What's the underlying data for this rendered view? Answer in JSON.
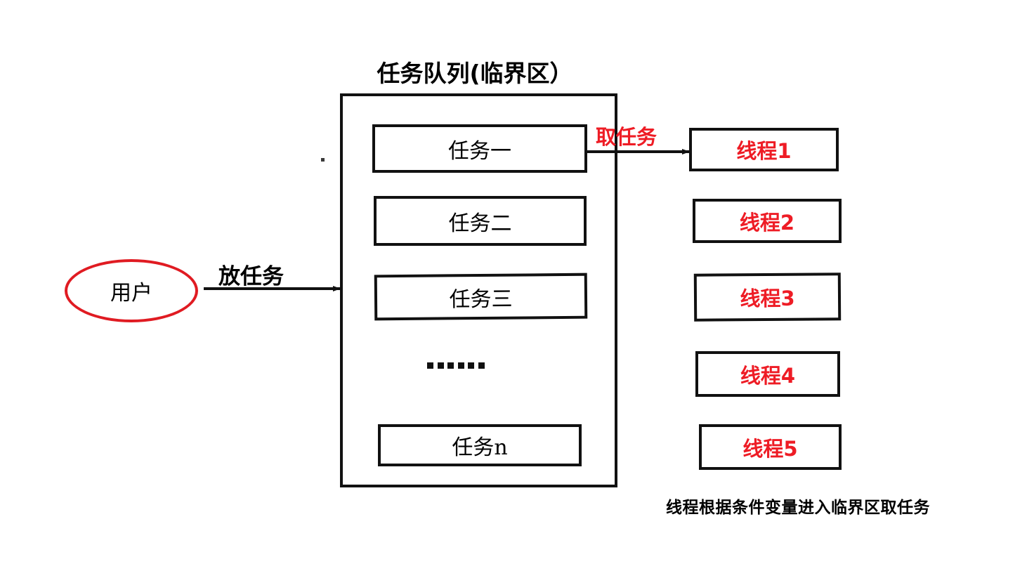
{
  "diagram": {
    "title": "任务队列(临界区）",
    "queue": {
      "label": "任务队列(临界区）",
      "tasks": [
        {
          "label": "任务一"
        },
        {
          "label": "任务二"
        },
        {
          "label": "任务三"
        },
        {
          "label": "......"
        },
        {
          "label": "任务n"
        }
      ]
    },
    "actor": {
      "label": "用户",
      "shape": "ellipse",
      "stroke_color": "#E01B22",
      "text_color": "#000000"
    },
    "edges": [
      {
        "name": "put-task",
        "label": "放任务",
        "from": "用户",
        "to": "任务队列(临界区）",
        "color": "#000000"
      },
      {
        "name": "take-task",
        "label": "取任务",
        "from": "任务一",
        "to": "线程1",
        "color": "#EE1C25"
      }
    ],
    "threads": [
      {
        "label": "线程1"
      },
      {
        "label": "线程2"
      },
      {
        "label": "线程3"
      },
      {
        "label": "线程4"
      },
      {
        "label": "线程5"
      }
    ],
    "footer_note": "线程根据条件变量进入临界区取任务",
    "colors": {
      "accent_red": "#EE1C25",
      "ellipse_red": "#E01B22",
      "stroke_black": "#111111",
      "background": "#FFFFFF"
    }
  }
}
